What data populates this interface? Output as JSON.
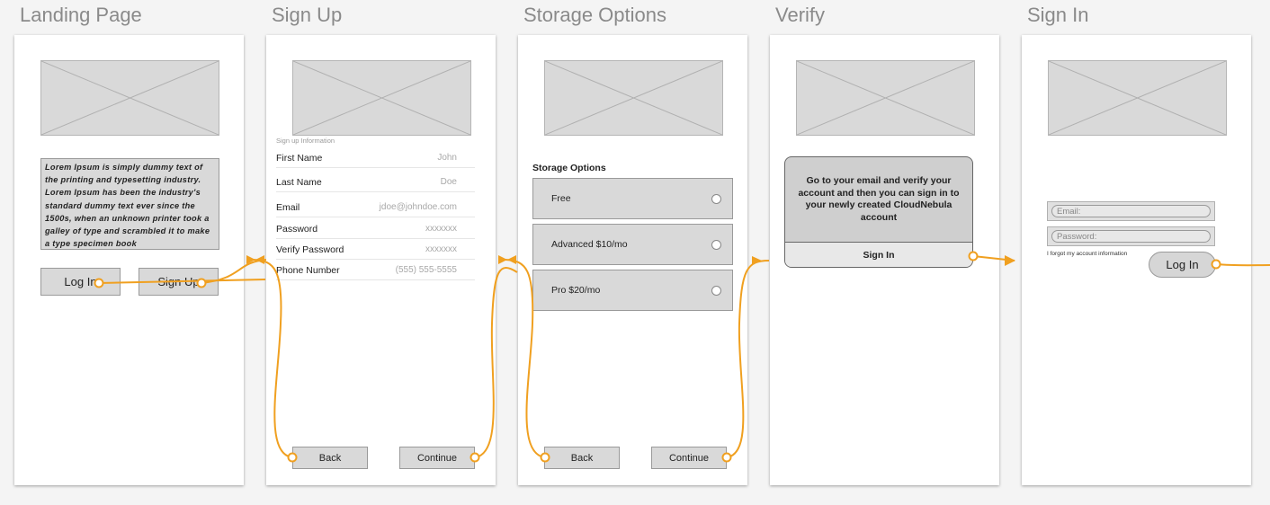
{
  "screens": {
    "landing": {
      "title": "Landing Page",
      "lorem": "Lorem Ipsum is simply dummy text of the printing and typesetting industry. Lorem Ipsum has been the industry's standard dummy text ever since the 1500s, when an unknown printer took a galley of type and scrambled it to make a type specimen book",
      "login_label": "Log In",
      "signup_label": "Sign Up"
    },
    "signup": {
      "title": "Sign Up",
      "caption": "Sign up Information",
      "fields": [
        {
          "label": "First Name",
          "value": "John"
        },
        {
          "label": "Last Name",
          "value": "Doe"
        },
        {
          "label": "Email",
          "value": "jdoe@johndoe.com"
        },
        {
          "label": "Password",
          "value": "xxxxxxx"
        },
        {
          "label": "Verify Password",
          "value": "xxxxxxx"
        },
        {
          "label": "Phone Number",
          "value": "(555) 555-5555"
        }
      ],
      "back_label": "Back",
      "continue_label": "Continue"
    },
    "storage": {
      "title": "Storage Options",
      "heading": "Storage Options",
      "options": [
        {
          "label": "Free"
        },
        {
          "label": "Advanced $10/mo"
        },
        {
          "label": "Pro $20/mo"
        }
      ],
      "back_label": "Back",
      "continue_label": "Continue"
    },
    "verify": {
      "title": "Verify",
      "message": "Go to your email and verify your account and then you can sign in to your newly created CloudNebula account",
      "signin_label": "Sign In"
    },
    "signin": {
      "title": "Sign In",
      "email_placeholder": "Email:",
      "password_placeholder": "Password:",
      "forgot": "I forgot my account information",
      "login_label": "Log In"
    }
  },
  "colors": {
    "flow_line": "#f0a020",
    "placeholder_fill": "#d9d9d9",
    "title_text": "#8a8a8a"
  }
}
